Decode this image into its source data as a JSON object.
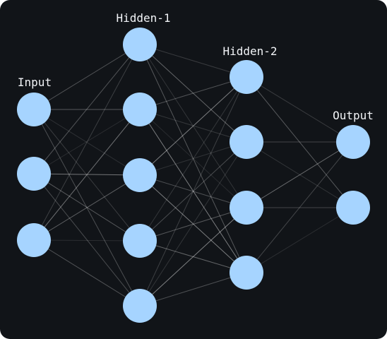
{
  "diagram": {
    "type": "feedforward-neural-network",
    "background": "#111418",
    "node_color": "#a6d4ff",
    "edge_color": "#ffffff",
    "layers": [
      {
        "label": "Input",
        "size": 3
      },
      {
        "label": "Hidden-1",
        "size": 5
      },
      {
        "label": "Hidden-2",
        "size": 4
      },
      {
        "label": "Output",
        "size": 2
      }
    ],
    "connectivity": "fully-connected"
  }
}
